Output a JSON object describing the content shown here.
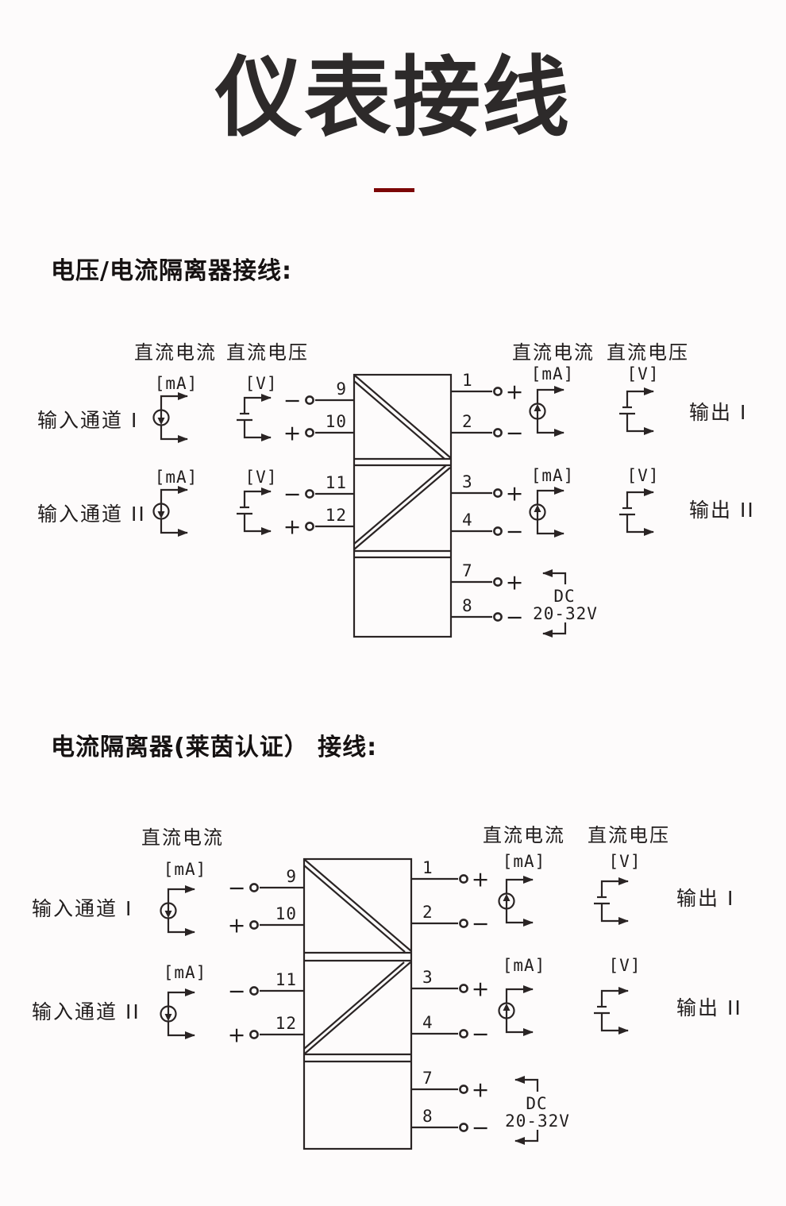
{
  "page": {
    "background": "#fdfbfb",
    "line_color": "#2a2424",
    "accent_color": "#7c0606"
  },
  "title": {
    "text": "仪表接线"
  },
  "section1": {
    "heading": "电压/电流隔离器接线:",
    "input": {
      "header_current": "直流电流",
      "header_voltage": "直流电压",
      "channel1": "输入通道 I",
      "channel2": "输入通道 II",
      "unit_ma_1": "[mA]",
      "unit_v_1": "[V]",
      "unit_ma_2": "[mA]",
      "unit_v_2": "[V]",
      "terminals": [
        {
          "no": "9",
          "sign": "−"
        },
        {
          "no": "10",
          "sign": "+"
        },
        {
          "no": "11",
          "sign": "−"
        },
        {
          "no": "12",
          "sign": "+"
        }
      ]
    },
    "output": {
      "header_current": "直流电流",
      "header_voltage": "直流电压",
      "channel1": "输出 I",
      "channel2": "输出 II",
      "unit_ma_1": "[mA]",
      "unit_v_1": "[V]",
      "unit_ma_2": "[mA]",
      "unit_v_2": "[V]",
      "terminals": [
        {
          "no": "1",
          "sign": "+"
        },
        {
          "no": "2",
          "sign": "−"
        },
        {
          "no": "3",
          "sign": "+"
        },
        {
          "no": "4",
          "sign": "−"
        }
      ]
    },
    "power": {
      "label_line1": "DC",
      "label_line2": "20-32V",
      "terminals": [
        {
          "no": "7",
          "sign": "+"
        },
        {
          "no": "8",
          "sign": "−"
        }
      ]
    }
  },
  "section2": {
    "heading": "电流隔离器(莱茵认证） 接线:",
    "input": {
      "header_current": "直流电流",
      "channel1": "输入通道 I",
      "channel2": "输入通道 II",
      "unit_ma_1": "[mA]",
      "unit_ma_2": "[mA]",
      "terminals": [
        {
          "no": "9",
          "sign": "−"
        },
        {
          "no": "10",
          "sign": "+"
        },
        {
          "no": "11",
          "sign": "−"
        },
        {
          "no": "12",
          "sign": "+"
        }
      ]
    },
    "output": {
      "header_current": "直流电流",
      "header_voltage": "直流电压",
      "channel1": "输出 I",
      "channel2": "输出 II",
      "unit_ma_1": "[mA]",
      "unit_v_1": "[V]",
      "unit_ma_2": "[mA]",
      "unit_v_2": "[V]",
      "terminals": [
        {
          "no": "1",
          "sign": "+"
        },
        {
          "no": "2",
          "sign": "−"
        },
        {
          "no": "3",
          "sign": "+"
        },
        {
          "no": "4",
          "sign": "−"
        }
      ]
    },
    "power": {
      "label_line1": "DC",
      "label_line2": "20-32V",
      "terminals": [
        {
          "no": "7",
          "sign": "+"
        },
        {
          "no": "8",
          "sign": "−"
        }
      ]
    }
  }
}
